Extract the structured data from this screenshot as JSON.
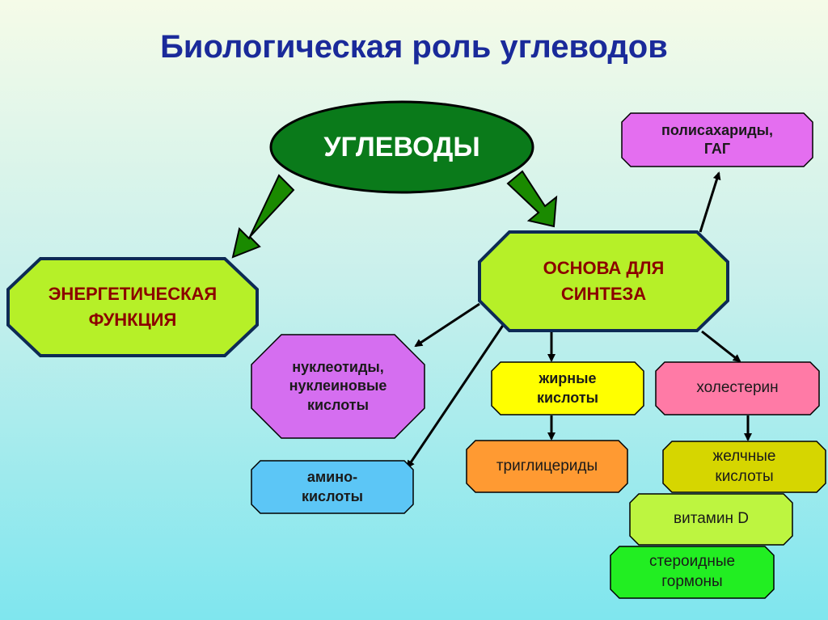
{
  "title": "Биологическая роль углеводов",
  "nodes": {
    "carbs": "УГЛЕВОДЫ",
    "energy": "ЭНЕРГЕТИЧЕСКАЯ\nФУНКЦИЯ",
    "synthesis": "ОСНОВА ДЛЯ\nСИНТЕЗА",
    "polysaccharides": "полисахариды,\nГАГ",
    "nucleotides": "нуклеотиды,\nнуклеиновые\nкислоты",
    "fatty_acids": "жирные\nкислоты",
    "cholesterol": "холестерин",
    "amino_acids": "амино-\nкислоты",
    "triglycerides": "триглицериды",
    "bile_acids": "желчные\nкислоты",
    "vitamin_d": "витамин D",
    "steroid_hormones": "стероидные\nгормоны"
  },
  "colors": {
    "title": "#1a2a9a",
    "main_fill": "#0a7a1a",
    "lime": "#b6f028",
    "pink_violet": "#e46ef0",
    "violet": "#d56ef0",
    "yellow": "#ffff00",
    "pink": "#ff7aa6",
    "blue": "#5cc6f6",
    "orange": "#ff9a32",
    "olive": "#d6d600",
    "light_green": "#bdf540",
    "green": "#22ee22",
    "arrow_green": "#1a8a00"
  }
}
